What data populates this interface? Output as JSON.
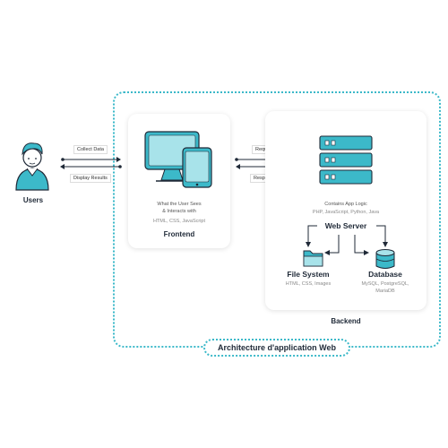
{
  "users": {
    "label": "Users"
  },
  "flows": {
    "collect_data": "Collect Data",
    "display_results": "Display Results",
    "request": "Request",
    "response": "Response"
  },
  "frontend": {
    "description": "What the User Sees\n& Interacts with",
    "tech": "HTML, CSS, JavaScript",
    "title": "Frontend"
  },
  "backend": {
    "logic": "Contains App Logic",
    "logic_tech": "PHP, JavaScript, Python, Java",
    "web_server": "Web Server",
    "file_system": "File System",
    "file_system_tech": "HTML, CSS, Images",
    "database": "Database",
    "database_tech": "MySQL, PostgreSQL,\nMariaDB",
    "title": "Backend"
  },
  "footer": {
    "title": "Architecture d'application Web"
  },
  "colors": {
    "accent": "#3cb9c9",
    "dark": "#1f2937"
  },
  "icons": [
    "user-icon",
    "desktop-icon",
    "tablet-icon",
    "server-rack-icon",
    "folder-icon",
    "database-icon"
  ]
}
